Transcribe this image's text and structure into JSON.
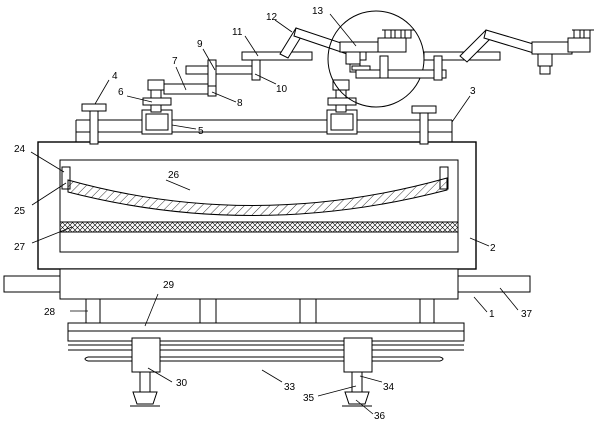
{
  "callouts": [
    {
      "id": "c1",
      "text": "1"
    },
    {
      "id": "c2",
      "text": "2"
    },
    {
      "id": "c3",
      "text": "3"
    },
    {
      "id": "c4",
      "text": "4"
    },
    {
      "id": "c5",
      "text": "5"
    },
    {
      "id": "c6",
      "text": "6"
    },
    {
      "id": "c7",
      "text": "7"
    },
    {
      "id": "c8",
      "text": "8"
    },
    {
      "id": "c9",
      "text": "9"
    },
    {
      "id": "c10",
      "text": "10"
    },
    {
      "id": "c11",
      "text": "11"
    },
    {
      "id": "c12",
      "text": "12"
    },
    {
      "id": "c13",
      "text": "13"
    },
    {
      "id": "c24",
      "text": "24"
    },
    {
      "id": "c25",
      "text": "25"
    },
    {
      "id": "c26",
      "text": "26"
    },
    {
      "id": "c27",
      "text": "27"
    },
    {
      "id": "c28",
      "text": "28"
    },
    {
      "id": "c29",
      "text": "29"
    },
    {
      "id": "c30",
      "text": "30"
    },
    {
      "id": "c33",
      "text": "33"
    },
    {
      "id": "c34",
      "text": "34"
    },
    {
      "id": "c35",
      "text": "35"
    },
    {
      "id": "c36",
      "text": "36"
    },
    {
      "id": "c37",
      "text": "37"
    }
  ]
}
